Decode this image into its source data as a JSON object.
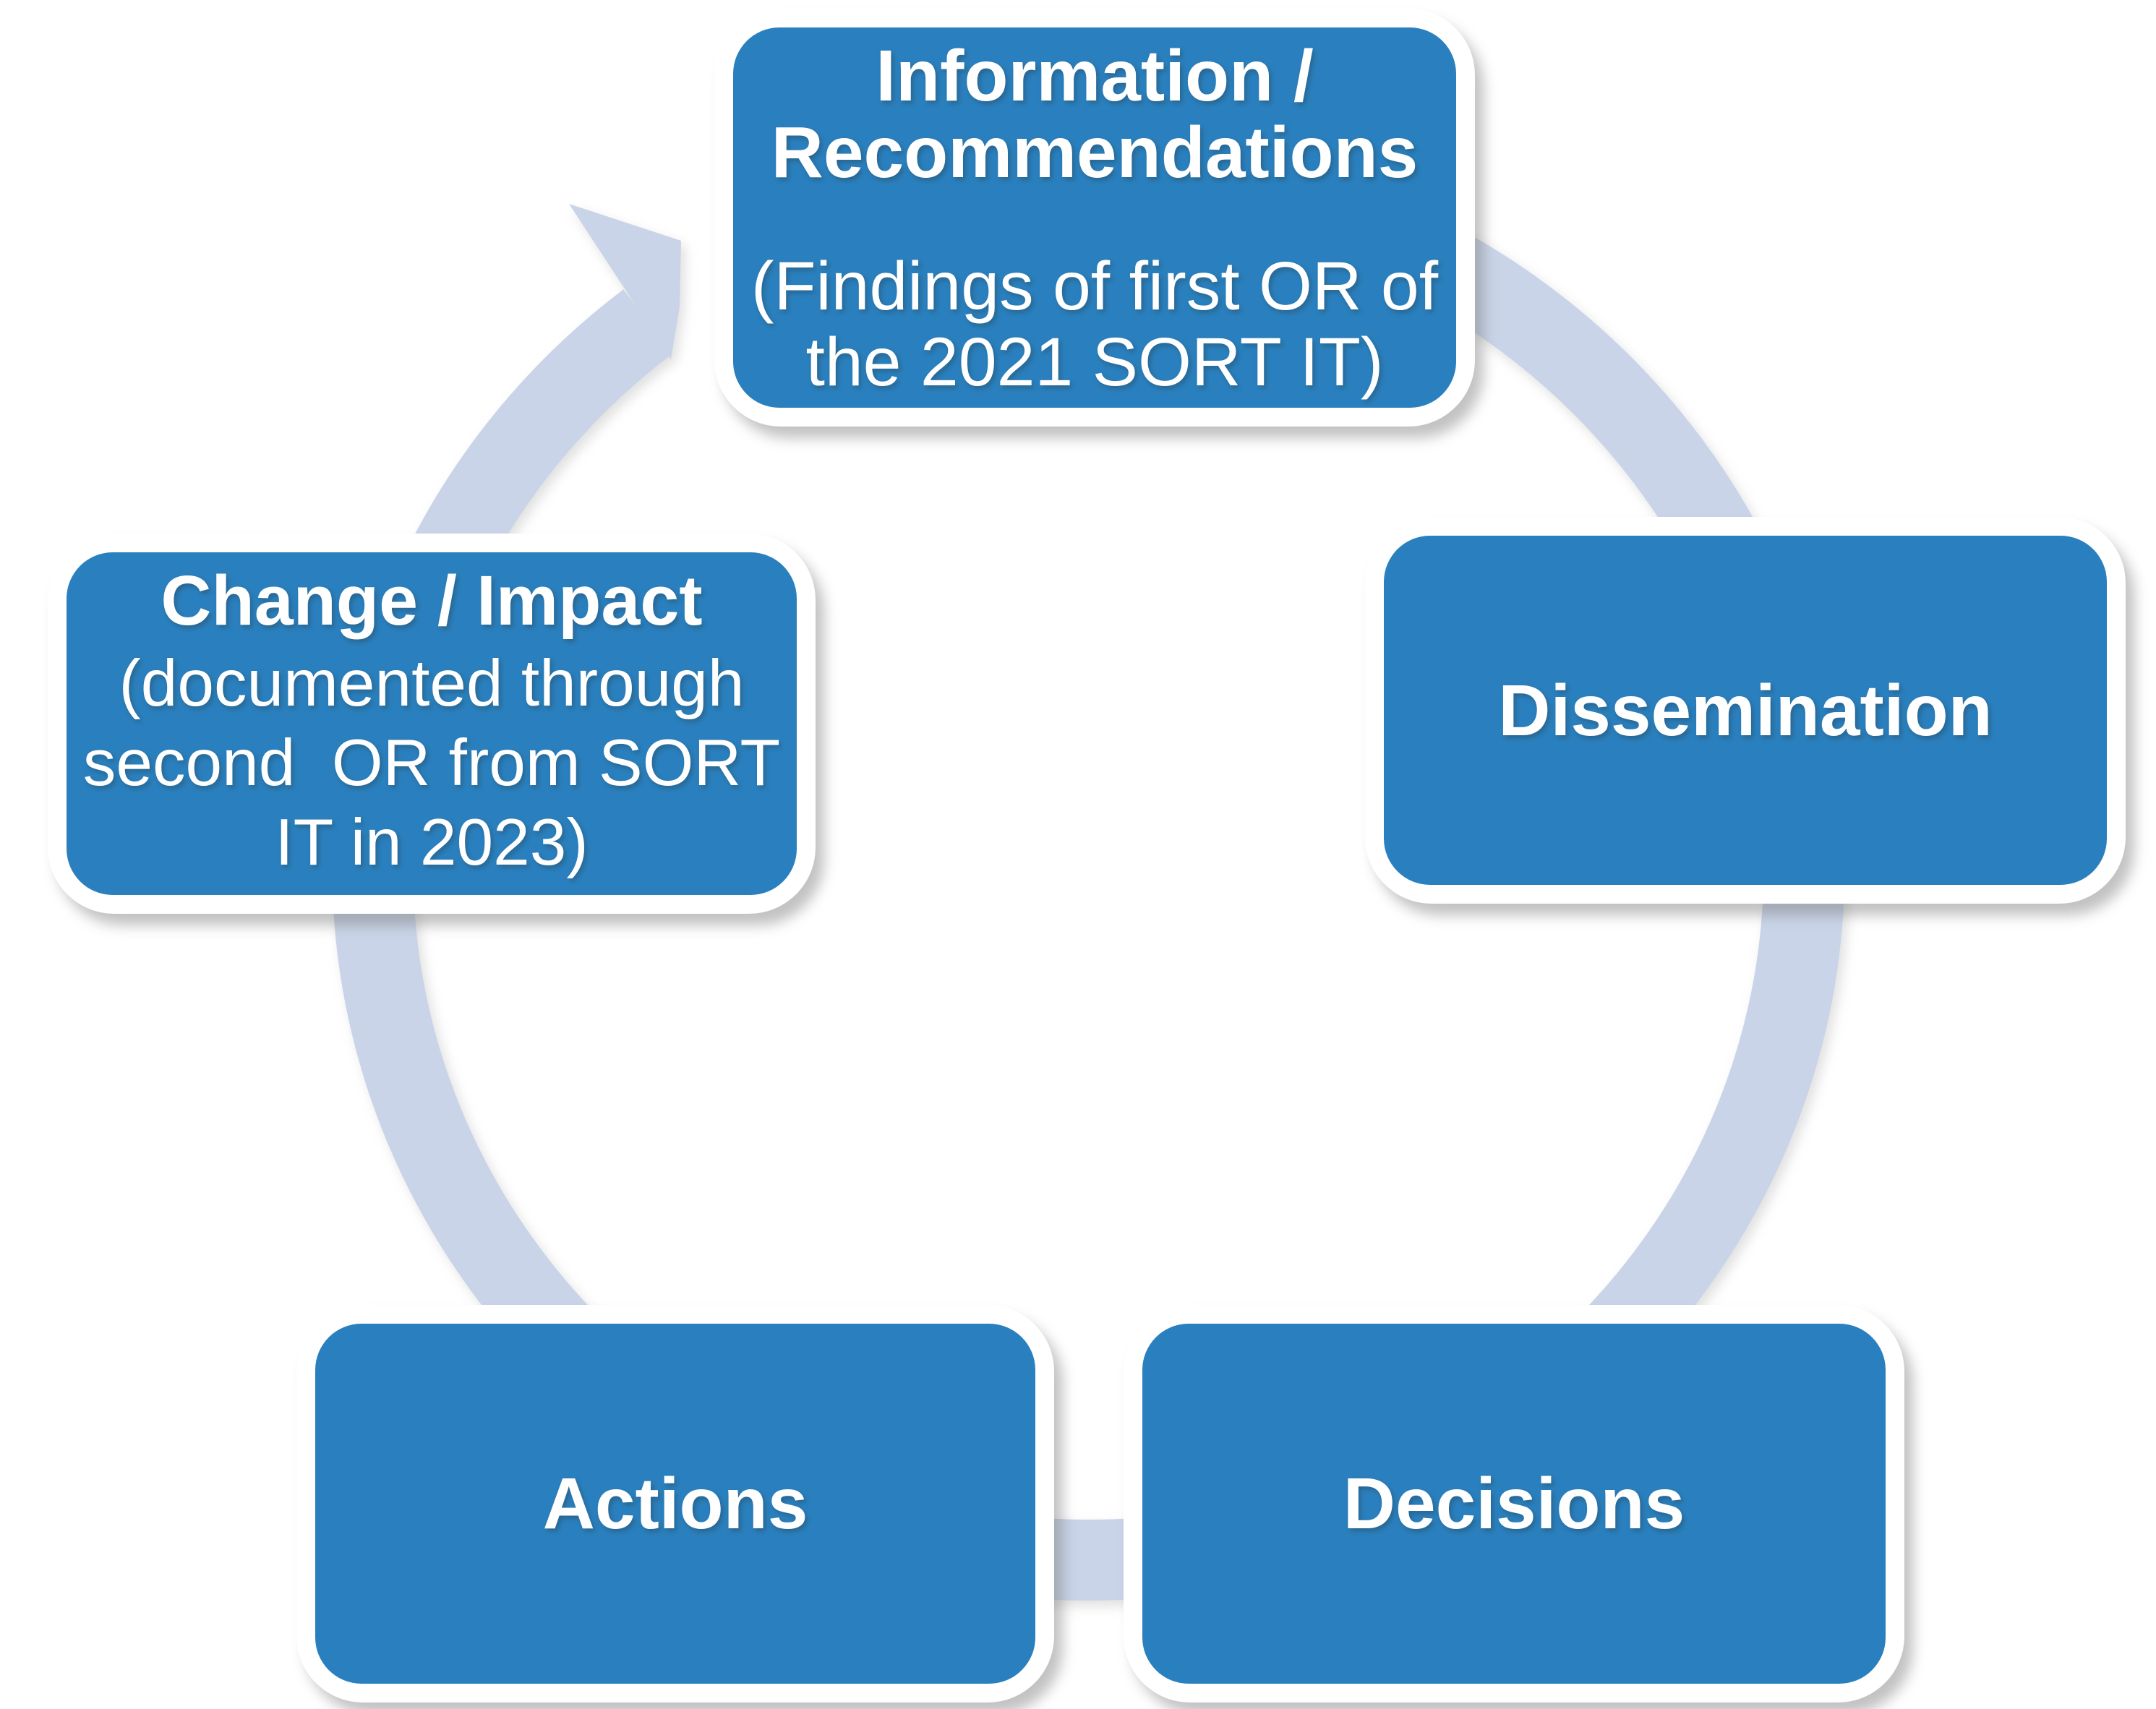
{
  "diagram": {
    "type": "cycle",
    "direction": "clockwise",
    "background_color": "#FFFFFF",
    "colors": {
      "node_fill": "#2A80BE",
      "node_outline": "#FFFFFF",
      "ring": "#C9D4E8",
      "text": "#FFFFFF"
    },
    "nodes": [
      {
        "id": "information-recommendations",
        "position": "top",
        "title": "Information /\nRecommendations",
        "subtitle": "(Findings of first OR of\nthe 2021 SORT IT)"
      },
      {
        "id": "dissemination",
        "position": "right",
        "title": "Dissemination",
        "subtitle": ""
      },
      {
        "id": "decisions",
        "position": "bottom-right",
        "title": "Decisions",
        "subtitle": ""
      },
      {
        "id": "actions",
        "position": "bottom-left",
        "title": "Actions",
        "subtitle": ""
      },
      {
        "id": "change-impact",
        "position": "left",
        "title": "Change / Impact",
        "subtitle": "(documented through\nsecond  OR from SORT\nIT in 2023)"
      }
    ]
  }
}
